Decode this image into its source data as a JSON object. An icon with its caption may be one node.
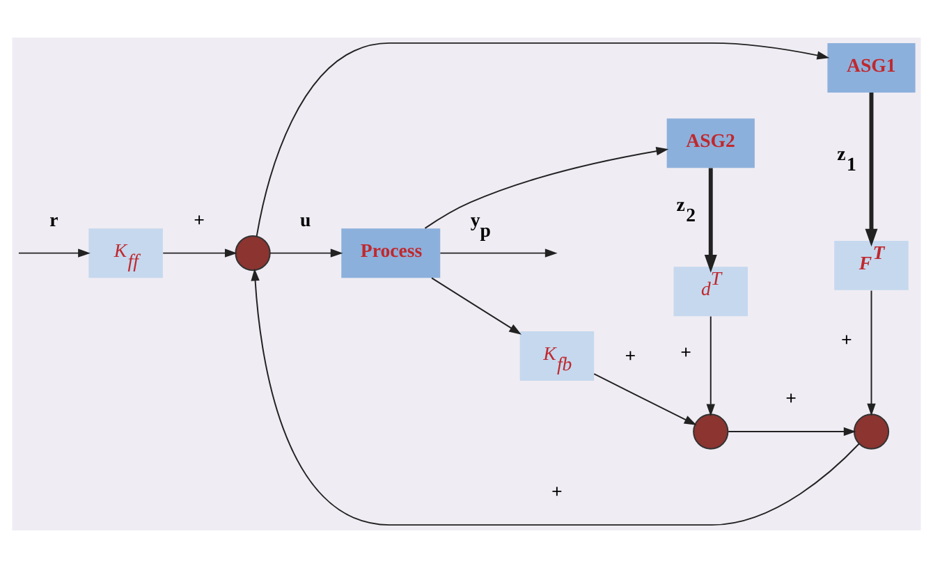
{
  "diagram": {
    "nodes": [
      {
        "text": [
          "K$_{ff}$"
        ]
      },
      {
        "text": [],
        "shape": "circle"
      },
      {
        "text": [
          "Process"
        ]
      },
      {
        "text": [
          "ASG1"
        ]
      },
      {
        "text": [
          "ASG2"
        ]
      },
      {
        "text": [
          "F$^{T}$"
        ]
      },
      {
        "text": [
          "d$^{T}$"
        ]
      },
      {
        "text": [
          "K$_{fb}$"
        ]
      },
      {
        "text": [],
        "shape": "circle"
      },
      {
        "text": [],
        "shape": "circle"
      }
    ],
    "edges": [
      {
        "from": null,
        "to": 0,
        "arrow": "to",
        "label": "r"
      },
      {
        "from": 0,
        "to": 1,
        "arrow": "to",
        "label": "+"
      },
      {
        "from": 1,
        "to": 2,
        "arrow": "to",
        "label": "u"
      },
      {
        "from": 2,
        "to": null,
        "arrow": "to",
        "label": "y$_{p}$"
      },
      {
        "from": 1,
        "to": 3,
        "arrow": "to"
      },
      {
        "from": 2,
        "to": 4,
        "arrow": "to"
      },
      {
        "from": 2,
        "to": 7,
        "arrow": "to"
      },
      {
        "from": 3,
        "to": 5,
        "arrow": "to",
        "style": "thick",
        "label": "z$_{1}$"
      },
      {
        "from": 4,
        "to": 6,
        "arrow": "to",
        "style": "thick",
        "label": "z$_{2}$"
      },
      {
        "from": 5,
        "to": 8,
        "arrow": "to",
        "label": "+"
      },
      {
        "from": 6,
        "to": 9,
        "arrow": "to",
        "label": "+"
      },
      {
        "from": 7,
        "to": 9,
        "arrow": "to",
        "label": "+"
      },
      {
        "from": 9,
        "to": 8,
        "arrow": "to",
        "label": "+"
      },
      {
        "from": 8,
        "to": 1,
        "arrow": "to",
        "label": "+"
      }
    ]
  }
}
